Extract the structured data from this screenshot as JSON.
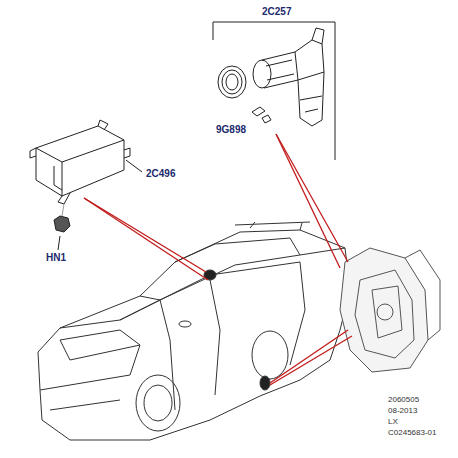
{
  "diagram": {
    "labels": [
      "2C257",
      "9G898",
      "2C496",
      "HN1",
      "2060505",
      "08-2013",
      "LX",
      "C0245683-01"
    ]
  }
}
